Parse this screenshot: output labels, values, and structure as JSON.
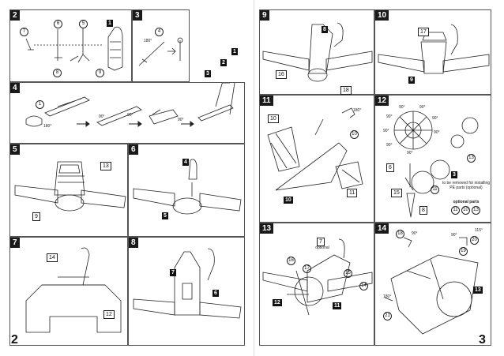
{
  "page_numbers": {
    "left": "2",
    "right": "3"
  },
  "steps": [
    {
      "step": "2",
      "parts": [
        "7",
        "6",
        "5",
        "1",
        "8",
        "9"
      ]
    },
    {
      "step": "3",
      "parts": [
        "4"
      ],
      "angles": [
        "180°"
      ]
    },
    {
      "step": "4",
      "parts": [
        "1",
        "3",
        "2",
        "1"
      ],
      "angles": [
        "180°",
        "90°",
        "90°",
        "90°"
      ]
    },
    {
      "step": "5",
      "parts": [
        "13",
        "9"
      ]
    },
    {
      "step": "6",
      "parts": [
        "4",
        "5"
      ]
    },
    {
      "step": "7",
      "parts": [
        "14",
        "12"
      ]
    },
    {
      "step": "8",
      "parts": [
        "7",
        "6"
      ]
    },
    {
      "step": "9",
      "parts": [
        "8",
        "16",
        "18"
      ]
    },
    {
      "step": "10",
      "parts": [
        "17",
        "9"
      ]
    },
    {
      "step": "11",
      "parts": [
        "10",
        "10",
        "11",
        "10"
      ],
      "angles": [
        "180°"
      ]
    },
    {
      "step": "12",
      "parts": [
        "6",
        "3",
        "15",
        "11",
        "8",
        "13"
      ],
      "angles": [
        "90°",
        "90°",
        "90°",
        "90°",
        "90°",
        "90°",
        "90°",
        "90°"
      ],
      "notes": [
        "to be removed for installing PE parts (optional)",
        "optional parts"
      ],
      "optional_parts": [
        "11",
        "10",
        "13"
      ]
    },
    {
      "step": "13",
      "parts": [
        "7",
        "16",
        "17",
        "15",
        "14",
        "12",
        "11"
      ],
      "notes": [
        "optional"
      ]
    },
    {
      "step": "14",
      "parts": [
        "18",
        "20",
        "19",
        "21",
        "13"
      ],
      "angles": [
        "90°",
        "90°",
        "115°",
        "180°"
      ]
    }
  ]
}
